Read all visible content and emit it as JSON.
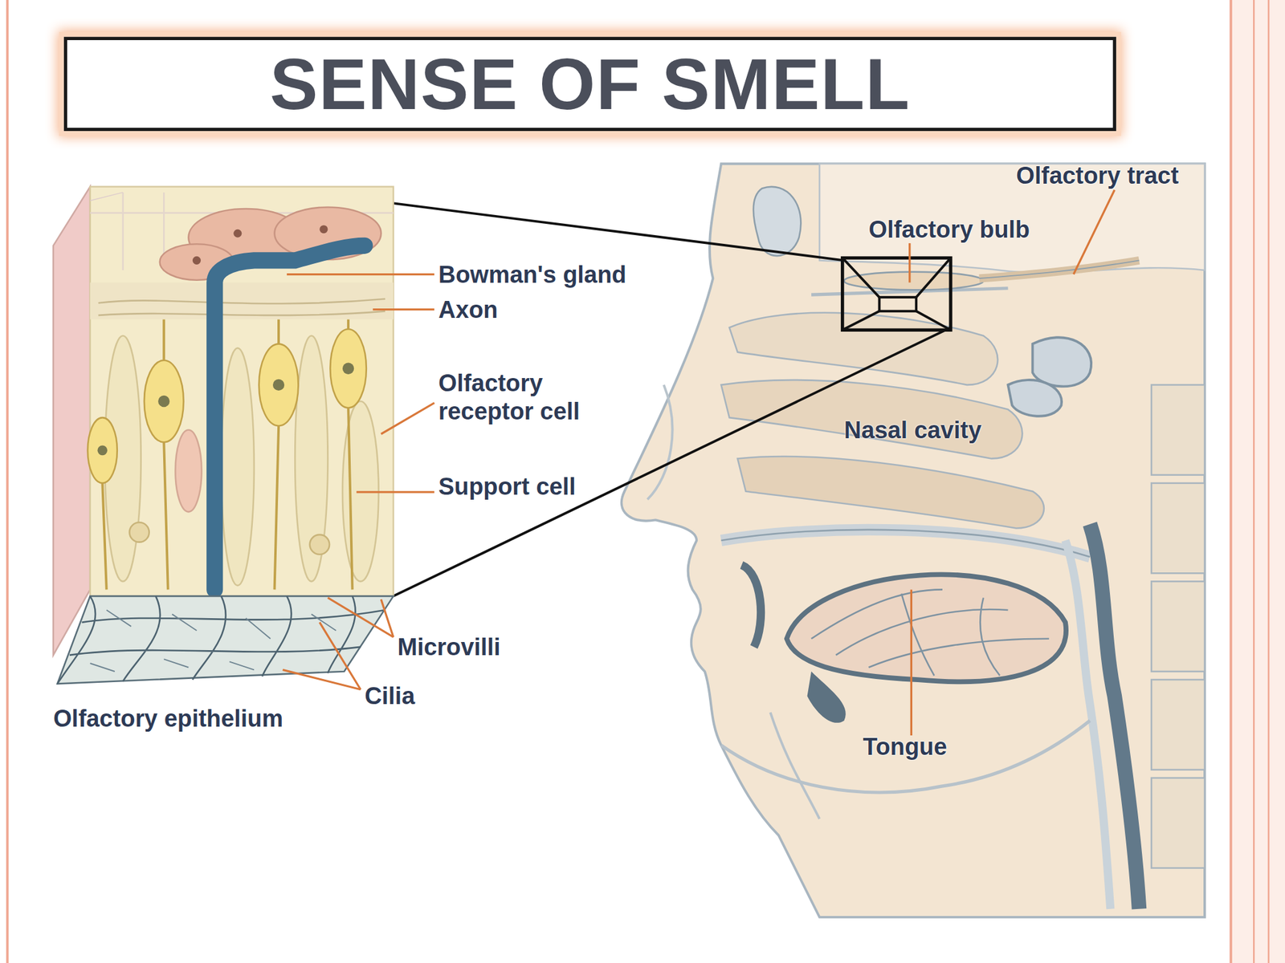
{
  "diagram": {
    "title": "SENSE OF SMELL",
    "labels": [
      "Olfactory tract",
      "Olfactory bulb",
      "Bowman's gland",
      "Axon",
      "Olfactory receptor cell",
      "Nasal cavity",
      "Support cell",
      "Microvilli",
      "Cilia",
      "Olfactory epithelium",
      "Tongue"
    ]
  }
}
